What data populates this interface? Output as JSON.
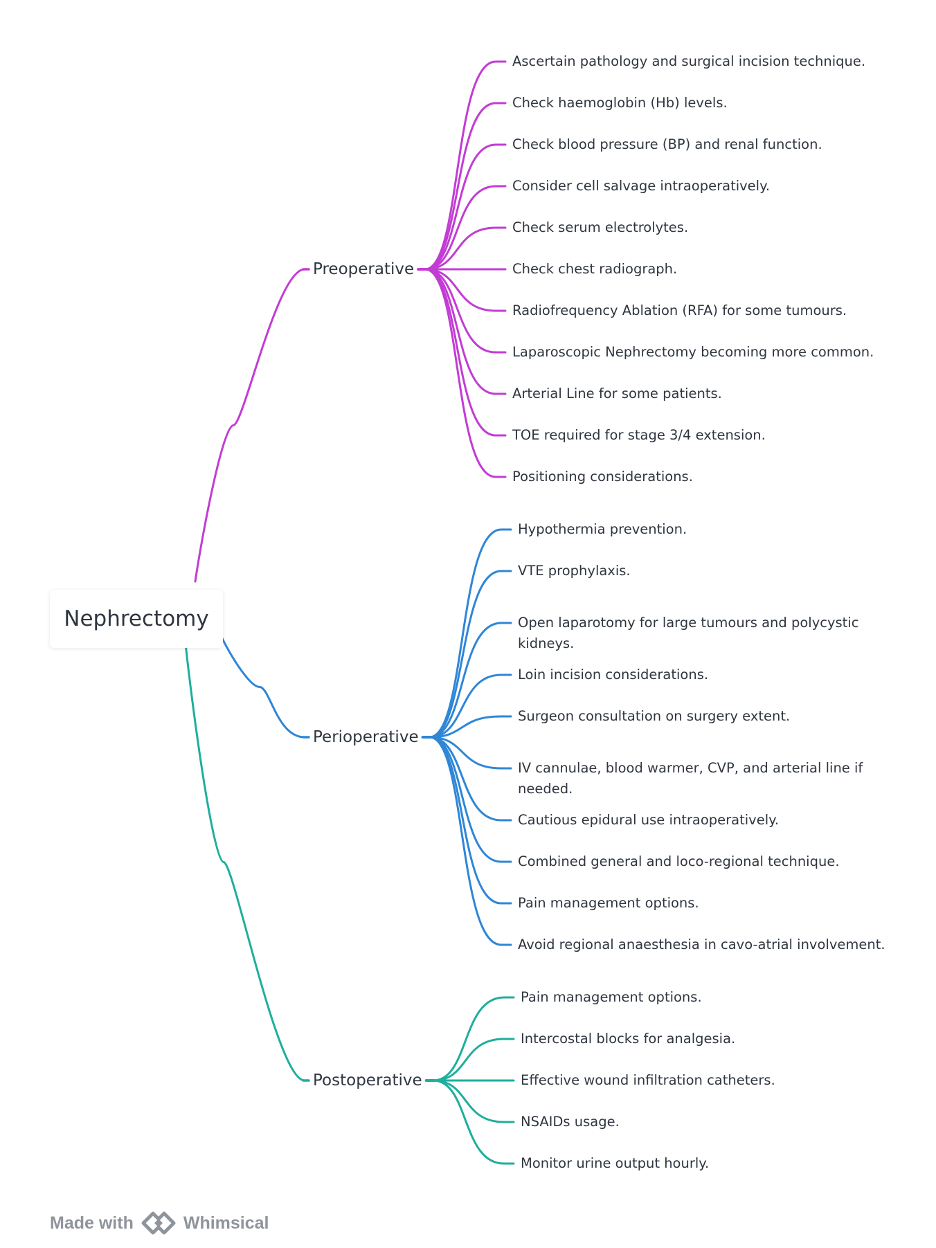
{
  "root": {
    "label": "Nephrectomy"
  },
  "branches": [
    {
      "label": "Preoperative",
      "color": "#c23cd4",
      "items": [
        "Ascertain pathology and surgical incision technique.",
        "Check haemoglobin (Hb) levels.",
        "Check blood pressure (BP) and renal function.",
        "Consider cell salvage intraoperatively.",
        "Check serum electrolytes.",
        "Check chest radiograph.",
        "Radiofrequency Ablation (RFA) for some tumours.",
        "Laparoscopic Nephrectomy becoming more common.",
        "Arterial Line for some patients.",
        "TOE required for stage 3/4 extension.",
        "Positioning considerations."
      ]
    },
    {
      "label": "Perioperative",
      "color": "#2f86d6",
      "items": [
        "Hypothermia prevention.",
        "VTE prophylaxis.",
        "Open laparotomy for large tumours and polycystic kidneys.",
        "Loin incision considerations.",
        "Surgeon consultation on surgery extent.",
        "IV cannulae, blood warmer, CVP, and arterial line if needed.",
        "Cautious epidural use intraoperatively.",
        "Combined general and loco-regional technique.",
        "Pain management options.",
        "Avoid regional anaesthesia in cavo-atrial involvement."
      ]
    },
    {
      "label": "Postoperative",
      "color": "#1fae9c",
      "items": [
        "Pain management options.",
        "Intercostal blocks for analgesia.",
        "Effective wound infiltration catheters.",
        "NSAIDs usage.",
        "Monitor urine output hourly."
      ]
    }
  ],
  "footer": {
    "made_with": "Made with",
    "brand": "Whimsical",
    "icon": "whimsical-logo-icon",
    "color": "#8f949c"
  }
}
